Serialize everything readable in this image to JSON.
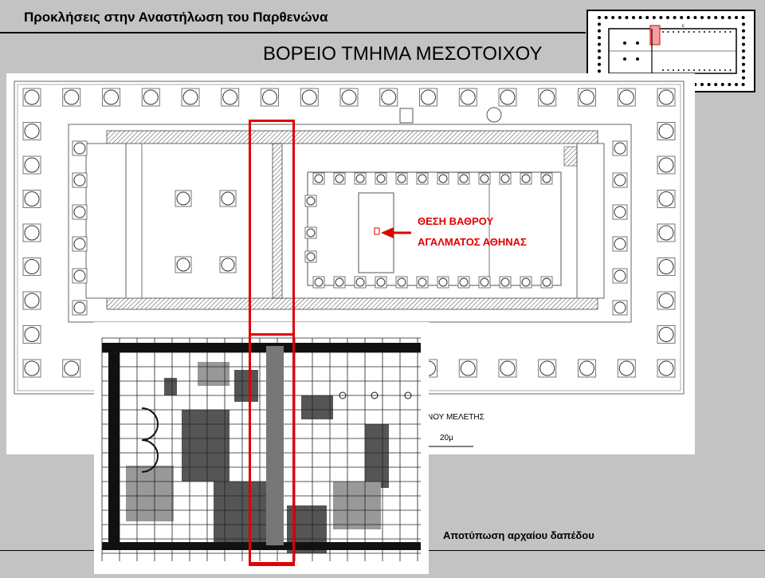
{
  "header": {
    "title": "Προκλήσεις στην Αναστήλωση του Παρθενώνα"
  },
  "slide": {
    "title": "ΒΟΡΕΙΟ ΤΜΗΜΑ ΜΕΣΟΤΟΙΧΟΥ"
  },
  "annotation": {
    "line1": "ΘΕΣΗ ΒΑΘΡΟΥ",
    "line2": "ΑΓΑΛΜΑΤΟΣ ΑΘΗΝΑΣ"
  },
  "plan": {
    "study_text": "ΝΟΥ ΜΕΛΕΤΗΣ",
    "scale_text": "20μ"
  },
  "floor": {
    "caption": "Αποτύπωση αρχαίου δαπέδου"
  },
  "colors": {
    "highlight": "#e00000",
    "background": "#c3c3c3"
  }
}
